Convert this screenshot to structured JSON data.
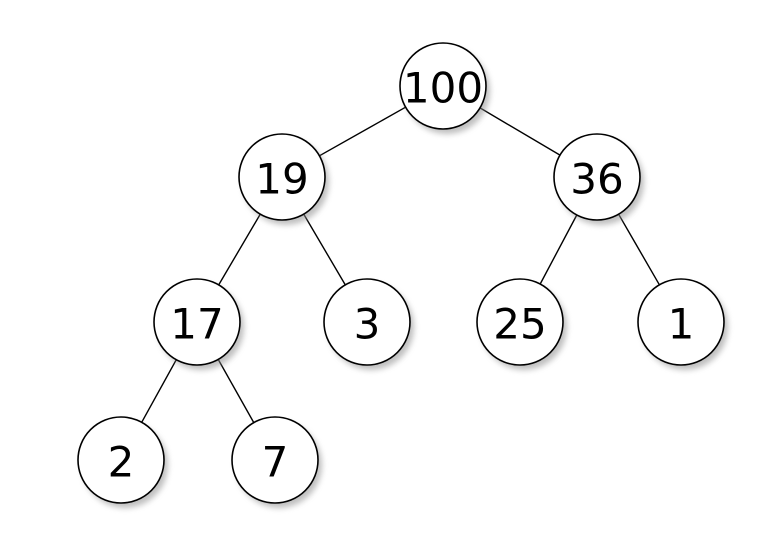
{
  "tree": {
    "nodes": [
      {
        "id": "n100",
        "label": "100",
        "children": [
          "n19",
          "n36"
        ]
      },
      {
        "id": "n19",
        "label": "19",
        "children": [
          "n17",
          "n3"
        ]
      },
      {
        "id": "n36",
        "label": "36",
        "children": [
          "n25",
          "n1"
        ]
      },
      {
        "id": "n17",
        "label": "17",
        "children": [
          "n2",
          "n7"
        ]
      },
      {
        "id": "n3",
        "label": "3",
        "children": []
      },
      {
        "id": "n25",
        "label": "25",
        "children": []
      },
      {
        "id": "n1",
        "label": "1",
        "children": []
      },
      {
        "id": "n2",
        "label": "2",
        "children": []
      },
      {
        "id": "n7",
        "label": "7",
        "children": []
      }
    ]
  }
}
